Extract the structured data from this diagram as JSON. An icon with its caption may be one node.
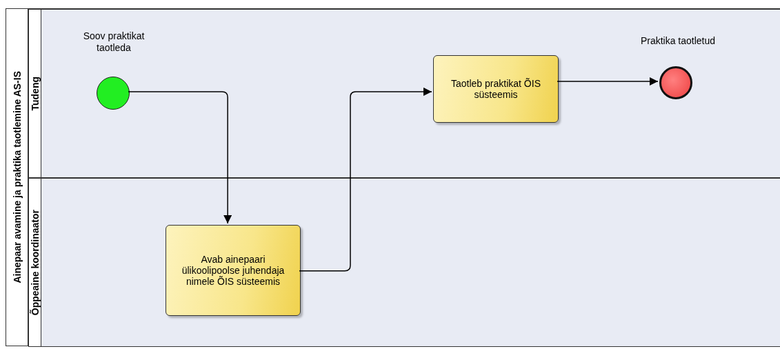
{
  "diagram": {
    "nodes": [
      {
        "text": [
          "Ainepaar avamine ja praktika taotlemine AS-IS"
        ]
      },
      {
        "text": [
          "Tudeng"
        ],
        "in": 0
      },
      {
        "text": [
          "Õppeaine koordinaator"
        ],
        "in": 0
      },
      {
        "text": [
          "Soov praktikat taotleda"
        ],
        "in": 1
      },
      {
        "text": [
          "Taotleb praktikat ÕIS süsteemis"
        ],
        "in": 1
      },
      {
        "text": [
          "Praktika taotletud"
        ],
        "in": 1
      },
      {
        "text": [
          "Avab ainepaari ülikoolipoolse juhendaja nimele ÕIS süsteemis"
        ],
        "in": 2
      }
    ],
    "edges": [
      {
        "from": 3,
        "to": 6,
        "arrow": "to"
      },
      {
        "from": 6,
        "to": 4,
        "arrow": "to"
      },
      {
        "from": 4,
        "to": 5,
        "arrow": "to"
      }
    ]
  }
}
